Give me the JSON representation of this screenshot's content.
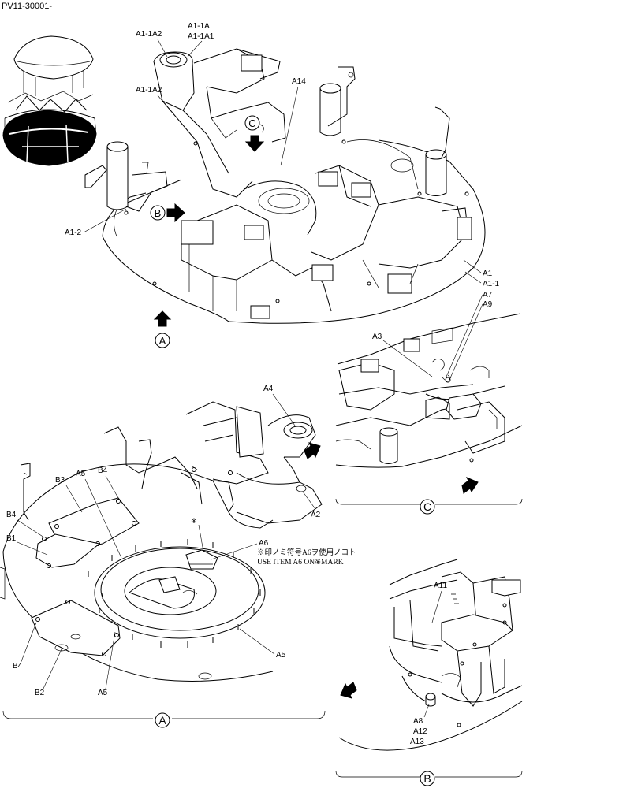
{
  "header": {
    "part_code": "PV11-30001-"
  },
  "labels": {
    "a1_1a2_top": "A1-1A2",
    "a1_1a": "A1-1A",
    "a1_1a1": "A1-1A1",
    "a1_1a2_mid": "A1-1A2",
    "a14": "A14",
    "a1_2": "A1-2",
    "a1": "A1",
    "a1_1": "A1-1",
    "a7": "A7",
    "a9": "A9",
    "a3": "A3",
    "a4": "A4",
    "a2": "A2",
    "a6": "A6",
    "a6_note_jp": "※印ノミ符号A6ヲ使用ノコト",
    "a6_note_en": "USE ITEM A6 ON※MARK",
    "note_mark": "※",
    "b3": "B3",
    "a5_top": "A5",
    "b4_top": "B4",
    "b4_left": "B4",
    "b1": "B1",
    "a5_right": "A5",
    "b4_bottom": "B4",
    "b2": "B2",
    "a5_bottom": "A5",
    "a11": "A11",
    "a8": "A8",
    "a12": "A12",
    "a13": "A13"
  },
  "views": {
    "a": "A",
    "b": "B",
    "c": "C"
  },
  "callouts": {
    "a": "A",
    "b": "B",
    "c": "C"
  }
}
